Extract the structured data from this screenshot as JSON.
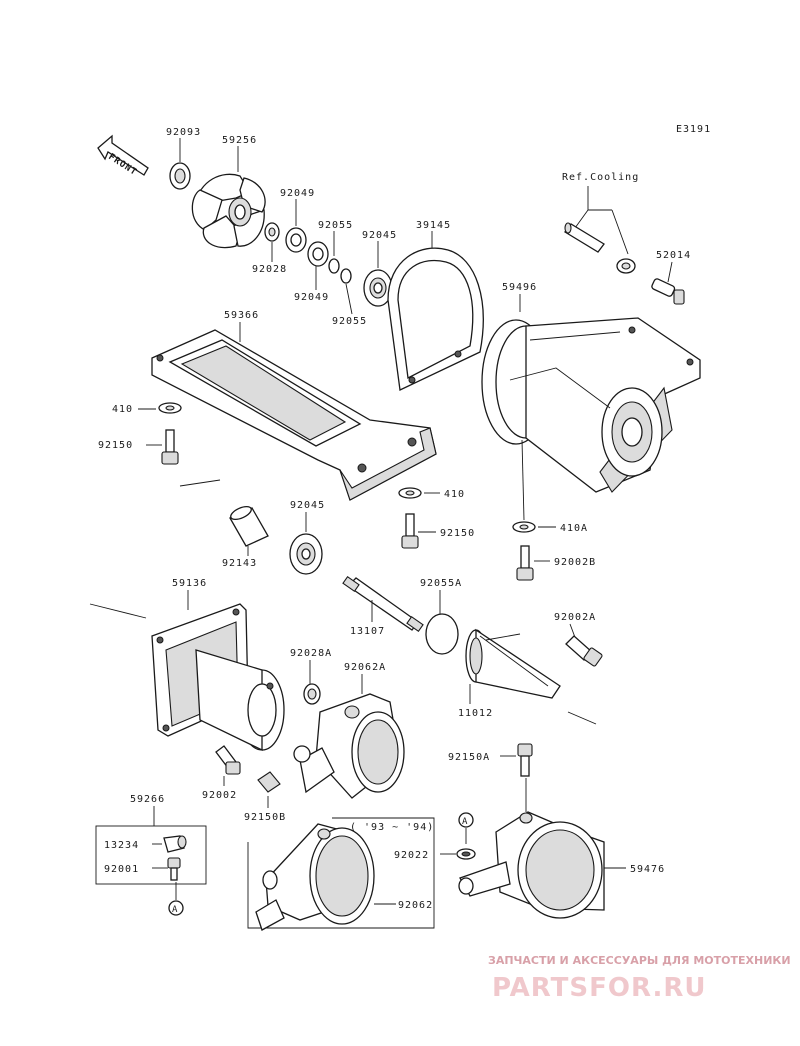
{
  "diagram": {
    "code": "E3191",
    "front_label": "FRONT",
    "ref_cooling": "Ref.Cooling",
    "years_note": "( '93 ~ '94)",
    "ref_marker": "A"
  },
  "parts": {
    "p92093": "92093",
    "p59256": "59256",
    "p92049a": "92049",
    "p92055a": "92055",
    "p92045a": "92045",
    "p39145": "39145",
    "p92028": "92028",
    "p92049b": "92049",
    "p92055b": "92055",
    "p52014": "52014",
    "p59496": "59496",
    "p59366": "59366",
    "p410a": "410",
    "p92150a": "92150",
    "p410b": "410",
    "p92045b": "92045",
    "p92150b": "92150",
    "p410A": "410A",
    "p92143": "92143",
    "p92002B": "92002B",
    "p59136": "59136",
    "p92055A": "92055A",
    "p13107": "13107",
    "p92002A": "92002A",
    "p92028A": "92028A",
    "p92062A": "92062A",
    "p11012": "11012",
    "p92150A": "92150A",
    "p92002": "92002",
    "p92150B": "92150B",
    "p59266": "59266",
    "p13234": "13234",
    "p92001": "92001",
    "p92022": "92022",
    "p59476": "59476",
    "p92062": "92062"
  },
  "watermark": {
    "line1": "ЗАПЧАСТИ И АКСЕССУАРЫ ДЛЯ МОТОТЕХНИКИ",
    "line2": "PARTSFOR.RU"
  }
}
